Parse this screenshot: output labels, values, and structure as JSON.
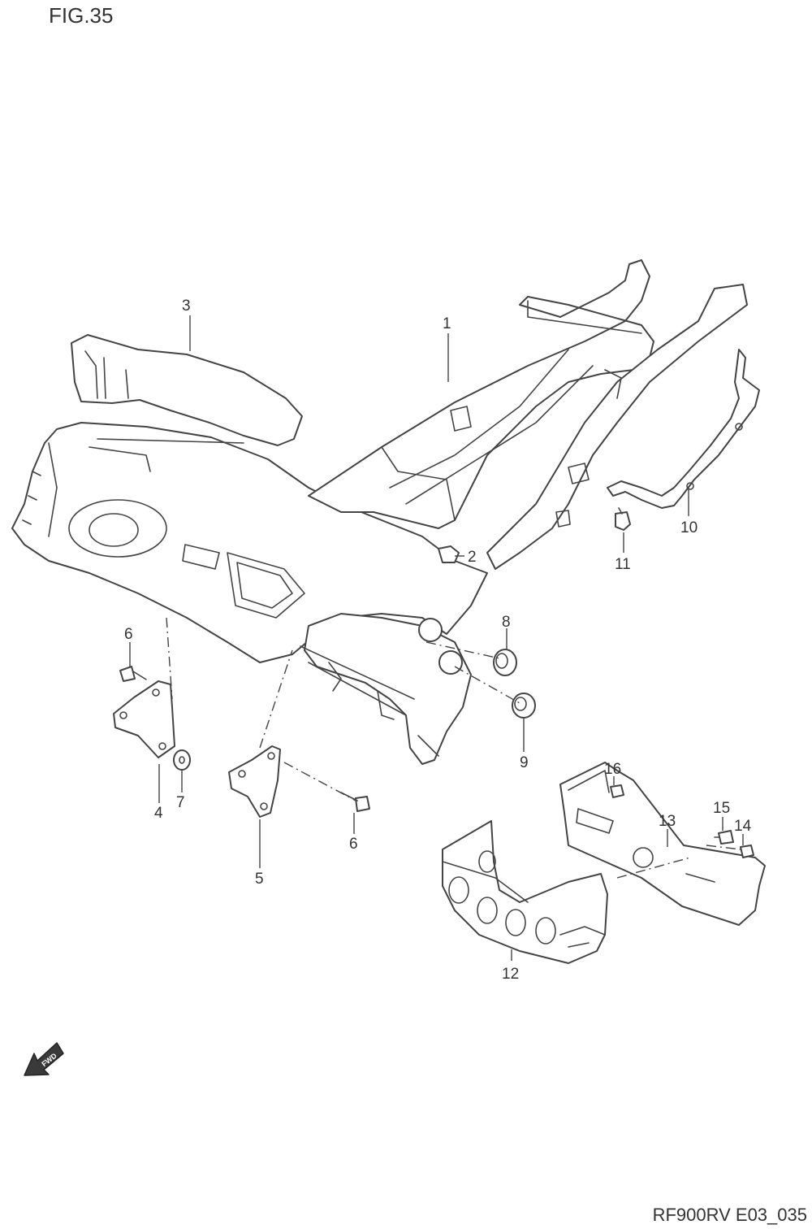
{
  "figure": {
    "title": "FIG.35",
    "code": "RF900RV E03_035"
  },
  "fwd_label": "FWD",
  "callouts": {
    "c1": "1",
    "c2": "2",
    "c3": "3",
    "c4": "4",
    "c5": "5",
    "c6a": "6",
    "c6b": "6",
    "c7": "7",
    "c8": "8",
    "c9": "9",
    "c10": "10",
    "c11": "11",
    "c12": "12",
    "c13": "13",
    "c14": "14",
    "c15": "15",
    "c16": "16"
  }
}
